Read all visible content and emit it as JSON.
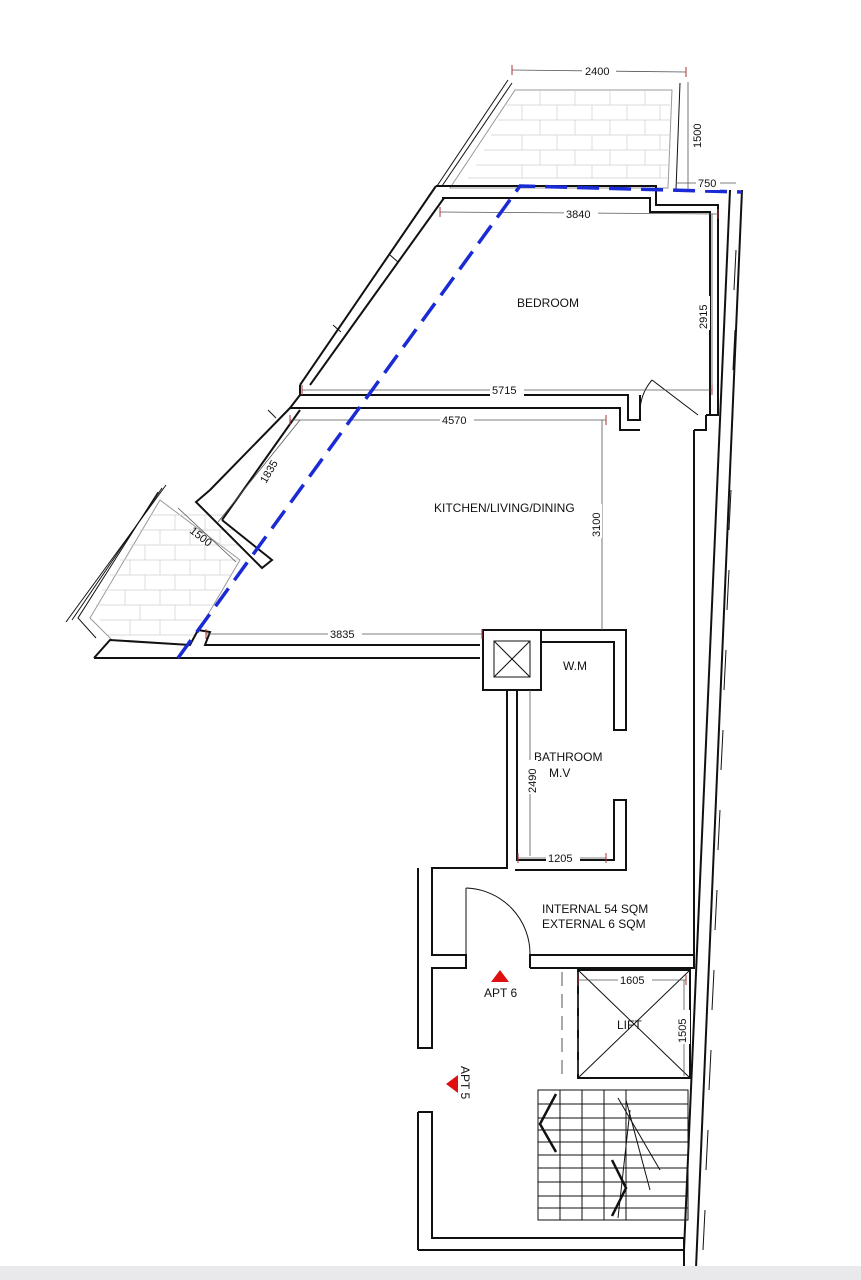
{
  "rooms": {
    "bedroom": "BEDROOM",
    "kitchen": "KITCHEN/LIVING/DINING",
    "wm": "W.M",
    "bathroom": "BATHROOM",
    "mv": "M.V",
    "lift": "LIFT"
  },
  "area": {
    "internal": "INTERNAL 54 SQM",
    "external": "EXTERNAL 6 SQM"
  },
  "apartments": {
    "apt6": "APT 6",
    "apt5": "APT 5"
  },
  "dimensions": {
    "d2400": "2400",
    "d1500_top": "1500",
    "d750": "750",
    "d3840": "3840",
    "d2915": "2915",
    "d5715": "5715",
    "d4570": "4570",
    "d1835": "1835",
    "d1500_left": "1500",
    "d3100": "3100",
    "d3835": "3835",
    "d2490": "2490",
    "d1205": "1205",
    "d1605": "1605",
    "d1505": "1505"
  },
  "colors": {
    "boundary": "#1a2bd6",
    "marker": "#e01010",
    "wall": "#111111"
  }
}
